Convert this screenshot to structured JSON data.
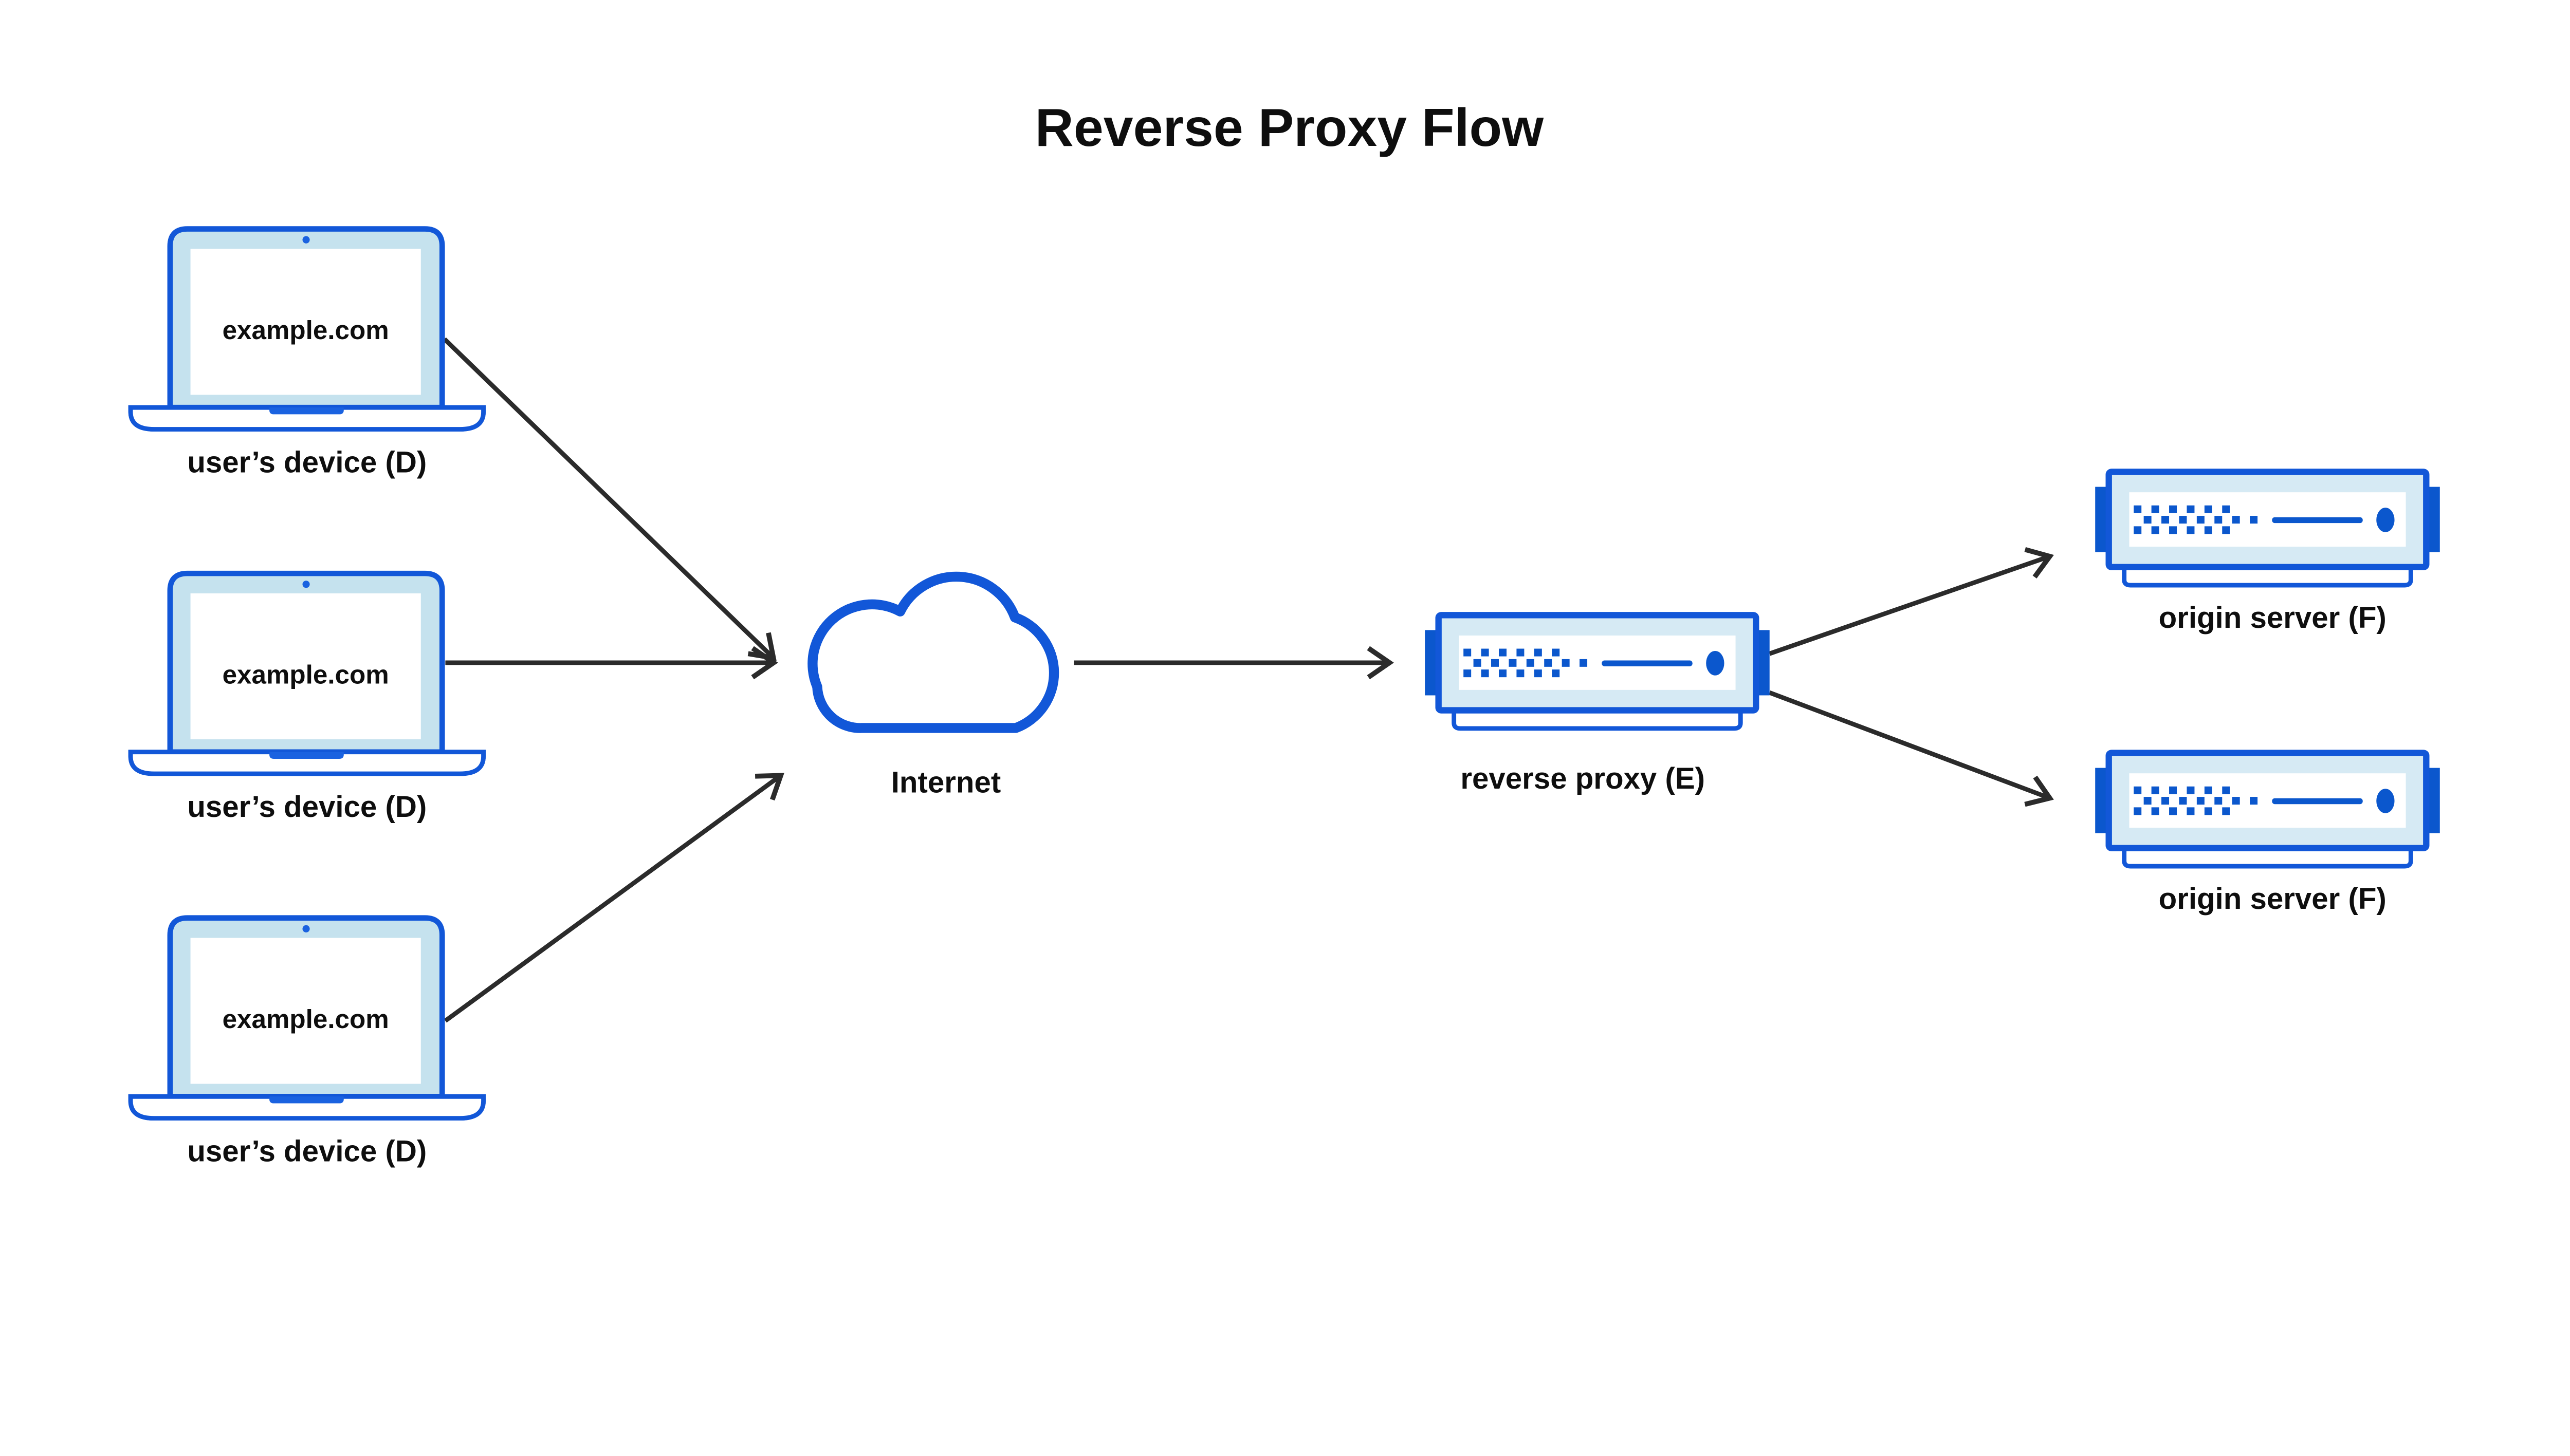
{
  "title": "Reverse Proxy Flow",
  "nodes": {
    "devices": [
      {
        "screen_text": "example.com",
        "label": "user’s device (D)"
      },
      {
        "screen_text": "example.com",
        "label": "user’s device (D)"
      },
      {
        "screen_text": "example.com",
        "label": "user’s device (D)"
      }
    ],
    "internet": {
      "label": "Internet"
    },
    "reverse_proxy": {
      "label": "reverse proxy (E)"
    },
    "origin_servers": [
      {
        "label": "origin server (F)"
      },
      {
        "label": "origin server (F)"
      }
    ]
  },
  "edges": [
    {
      "from": "user’s device (D) top",
      "to": "Internet"
    },
    {
      "from": "user’s device (D) middle",
      "to": "Internet"
    },
    {
      "from": "user’s device (D) bottom",
      "to": "Internet"
    },
    {
      "from": "Internet",
      "to": "reverse proxy (E)"
    },
    {
      "from": "reverse proxy (E)",
      "to": "origin server (F) top"
    },
    {
      "from": "reverse proxy (E)",
      "to": "origin server (F) bottom"
    }
  ],
  "icons": {
    "device": "laptop-icon",
    "internet": "cloud-icon",
    "reverse_proxy": "server-icon",
    "origin_server": "server-icon",
    "connector": "arrow-icon"
  },
  "colors": {
    "outline_blue": "#1257d8",
    "solid_blue": "#0b57cd",
    "accent_blue": "#1a62e0",
    "laptop_bezel": "#c5e2ee",
    "server_bezel": "#d6eaf4",
    "arrow": "#2b2b2b",
    "text": "#0e0e0e",
    "background": "#ffffff"
  }
}
